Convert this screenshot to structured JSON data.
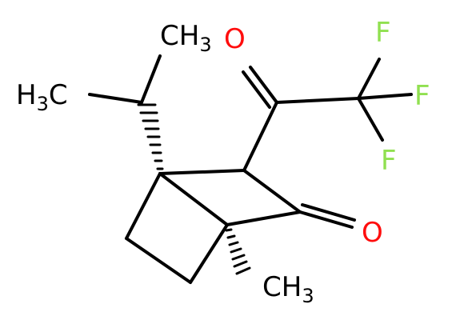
{
  "molecule": {
    "atom_labels": {
      "methyl_top": {
        "main": "CH",
        "sub": "3"
      },
      "methyl_left": {
        "main": "H",
        "sub": "3",
        "tail": "C"
      },
      "methyl_bottom": {
        "main": "CH",
        "sub": "3"
      },
      "oxygen_acyl": "O",
      "oxygen_ketone": "O",
      "fluorine_1": "F",
      "fluorine_2": "F",
      "fluorine_3": "F"
    },
    "colors": {
      "carbon": "#000000",
      "oxygen": "#ff0d0d",
      "fluorine": "#90e050"
    }
  }
}
